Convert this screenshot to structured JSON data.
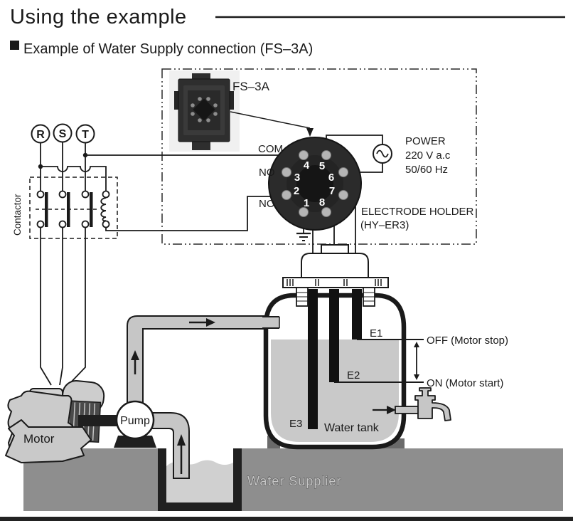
{
  "header": {
    "title": "Using the example",
    "subtitle": "Example of Water Supply connection (FS–3A)"
  },
  "relay_section": {
    "model_label": "FS–3A",
    "socket_pin_numbers": [
      "4",
      "5",
      "3",
      "6",
      "2",
      "7",
      "1",
      "8"
    ],
    "terminal_labels": {
      "com": "COM",
      "no": "NO",
      "nc": "NC"
    },
    "power": {
      "name": "POWER",
      "voltage": "220 V a.c",
      "frequency": "50/60 Hz"
    },
    "electrode_holder": {
      "name": "ELECTRODE HOLDER",
      "model": "(HY–ER3)"
    }
  },
  "supply": {
    "phase_r": "R",
    "phase_s": "S",
    "phase_t": "T",
    "contactor_label": "Contactor"
  },
  "tank_section": {
    "electrode_e1": "E1",
    "electrode_e2": "E2",
    "electrode_e3": "E3",
    "off_label": "OFF (Motor stop)",
    "on_label": "ON (Motor start)",
    "tank_label": "Water tank"
  },
  "machine_section": {
    "motor_label": "Motor",
    "pump_label": "Pump"
  },
  "ground_section": {
    "label": "Water Supplier"
  },
  "colors": {
    "line_dark": "#1a1a1a",
    "socket_body": "#2b2b2b",
    "pipe_gray": "#c6c6c6",
    "water_gray": "#c9c9c9",
    "ground_gray": "#8e8e8e"
  }
}
